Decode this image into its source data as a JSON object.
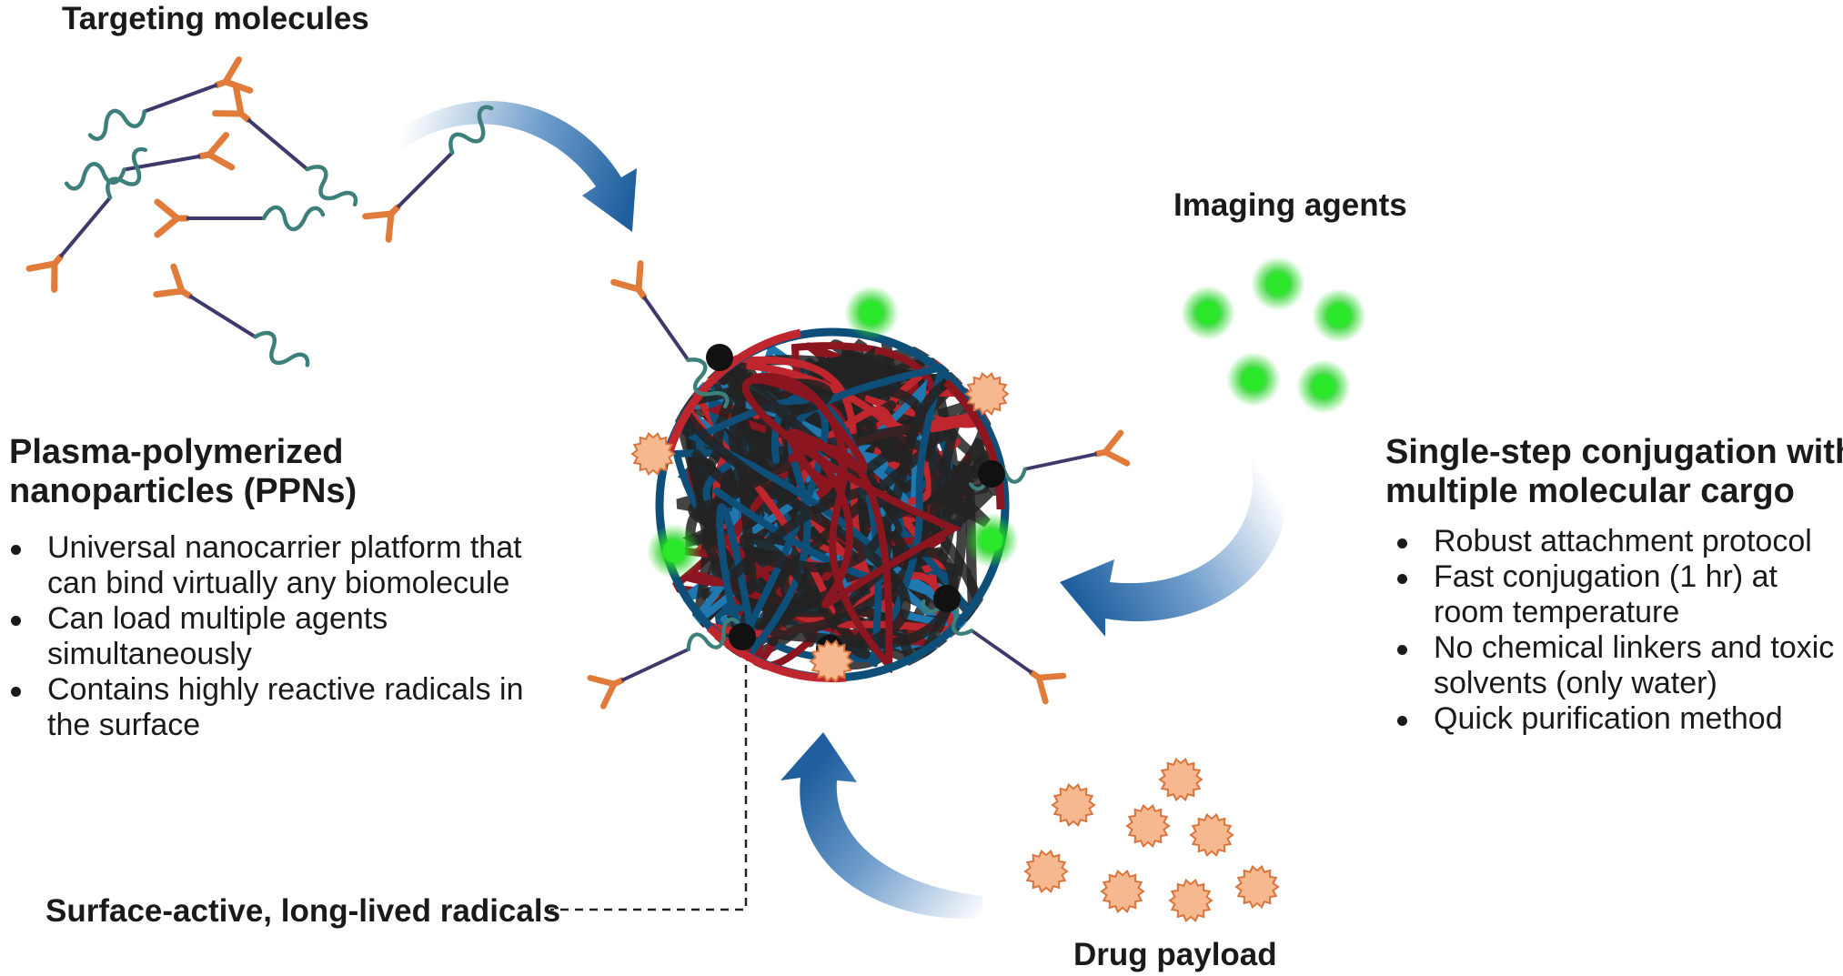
{
  "labels": {
    "targeting": "Targeting molecules",
    "imaging": "Imaging agents",
    "drug": "Drug payload",
    "radicals": "Surface-active, long-lived radicals"
  },
  "left_panel": {
    "title_lines": [
      "Plasma-polymerized",
      "nanoparticles (PPNs)"
    ],
    "bullets": [
      {
        "lines": [
          "Universal nanocarrier platform that",
          "can bind virtually any biomolecule"
        ]
      },
      {
        "lines": [
          "Can load multiple agents",
          "simultaneously"
        ]
      },
      {
        "lines": [
          "Contains highly reactive radicals in",
          "the surface"
        ]
      }
    ]
  },
  "right_panel": {
    "title_lines": [
      "Single-step conjugation with",
      "multiple molecular cargo"
    ],
    "bullets": [
      {
        "lines": [
          "Robust attachment protocol"
        ]
      },
      {
        "lines": [
          "Fast conjugation (1 hr) at",
          "room temperature"
        ]
      },
      {
        "lines": [
          "No chemical linkers and toxic",
          "solvents (only water)"
        ]
      },
      {
        "lines": [
          "Quick purification method"
        ]
      }
    ]
  },
  "colors": {
    "antibody": "#e07b39",
    "linker": "#3d3a6b",
    "peptide": "#3d7f7a",
    "polymer_red": "#c0262d",
    "polymer_darkred": "#8c1620",
    "polymer_blue": "#1f78b0",
    "polymer_darkblue": "#0e4f7a",
    "imaging_green": "#22d422",
    "drug_fill": "#f6b98f",
    "drug_stroke": "#d8743d",
    "arrow_blue": "#1f5f9e",
    "radical": "#111111"
  },
  "icons": {
    "antibody": "antibody-icon",
    "peptide": "peptide-icon",
    "imaging_agent": "imaging-agent-icon",
    "drug": "drug-icon",
    "radical": "radical-icon",
    "arrow": "curved-arrow-icon",
    "nanoparticle": "nanoparticle-icon"
  }
}
